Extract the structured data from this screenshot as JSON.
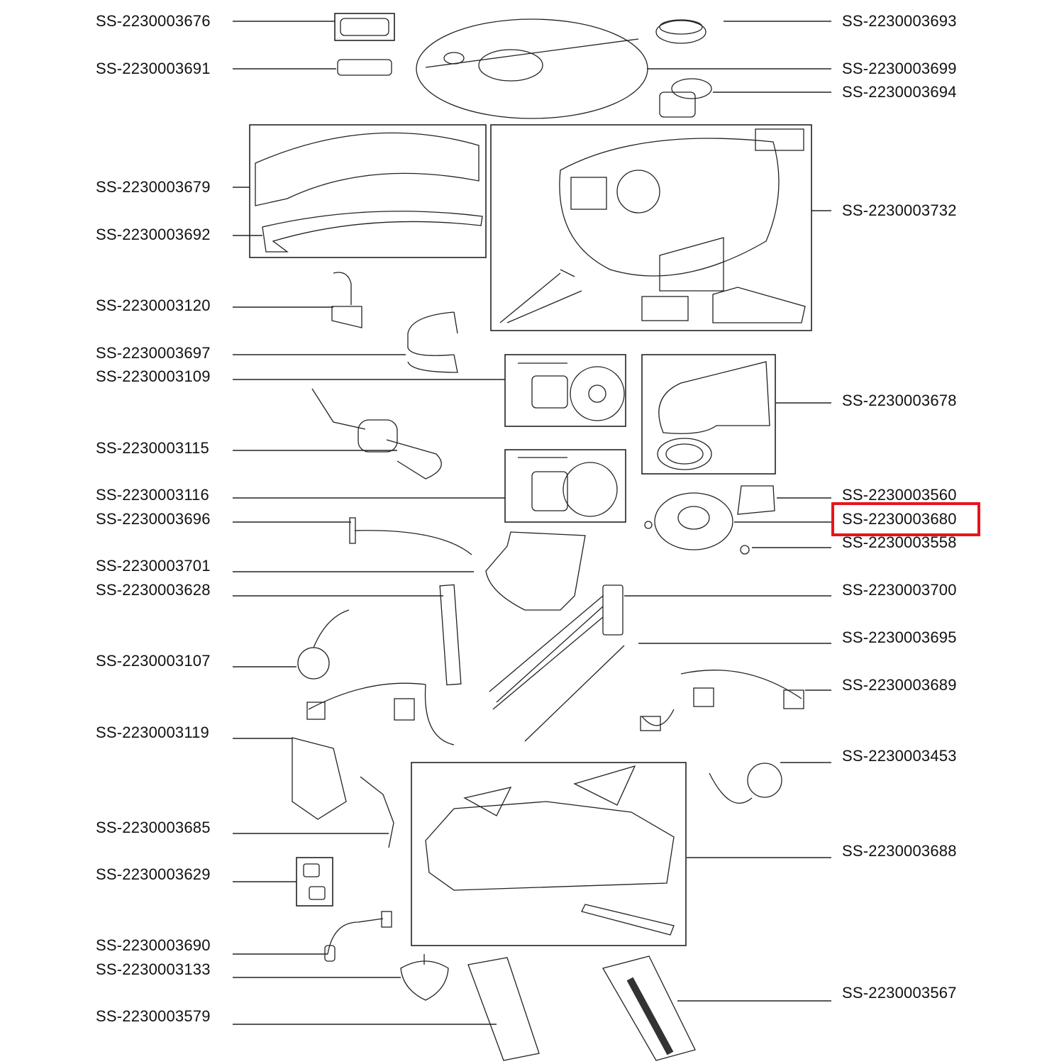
{
  "left_labels": [
    "SS-2230003676",
    "SS-2230003691",
    "SS-2230003679",
    "SS-2230003692",
    "SS-2230003120",
    "SS-2230003697",
    "SS-2230003109",
    "SS-2230003115",
    "SS-2230003116",
    "SS-2230003696",
    "SS-2230003701",
    "SS-2230003628",
    "SS-2230003107",
    "SS-2230003119",
    "SS-2230003685",
    "SS-2230003629",
    "SS-2230003690",
    "SS-2230003133",
    "SS-2230003579"
  ],
  "right_labels": [
    "SS-2230003693",
    "SS-2230003699",
    "SS-2230003694",
    "SS-2230003732",
    "SS-2230003678",
    "SS-2230003560",
    "SS-2230003680",
    "SS-2230003558",
    "SS-2230003700",
    "SS-2230003695",
    "SS-2230003689",
    "SS-2230003453",
    "SS-2230003688",
    "SS-2230003567"
  ],
  "highlighted_part": "SS-2230003680",
  "colors": {
    "highlight": "#e8141b",
    "line": "#222222"
  }
}
